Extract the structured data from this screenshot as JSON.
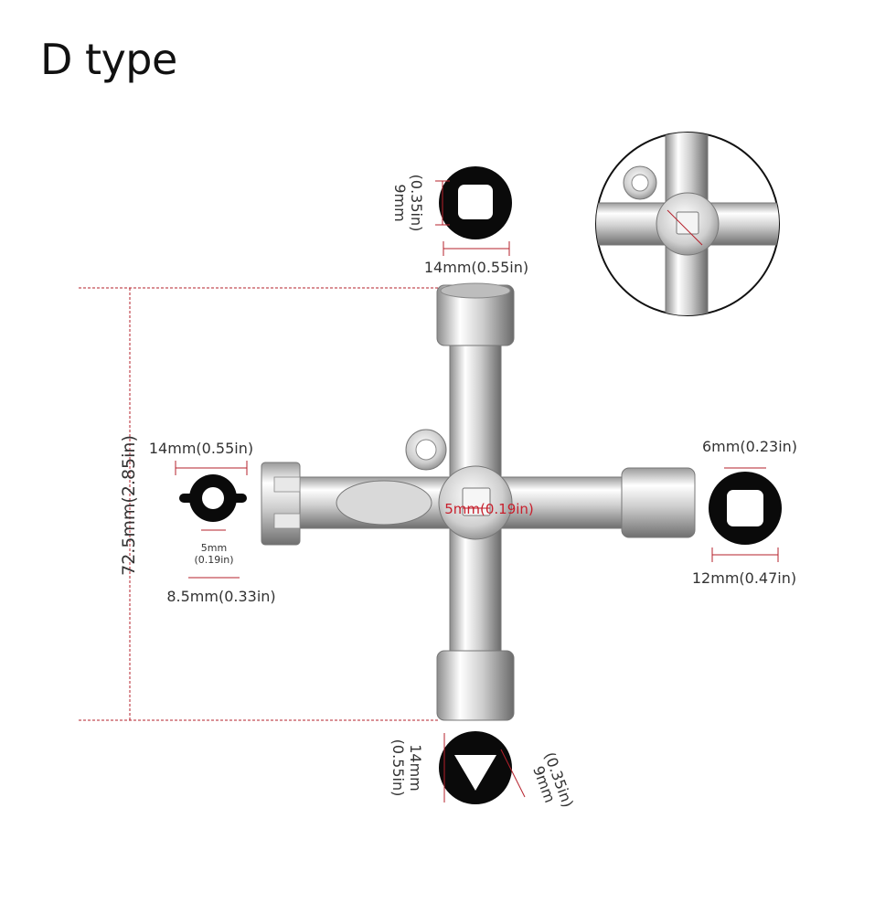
{
  "title": "D type",
  "colors": {
    "dim_line": "#b5202b",
    "metal_light": "#f4f4f4",
    "metal_dark": "#8a8a8a",
    "profile": "#0a0a0a"
  },
  "top_socket": {
    "height_label_a": "9mm",
    "height_label_b": "(0.35in)",
    "width_label": "14mm(0.55in)"
  },
  "left_socket": {
    "outer_label": "14mm(0.55in)",
    "inner_label_a": "5mm",
    "inner_label_b": "(0.19in)",
    "width_label": "8.5mm(0.33in)"
  },
  "right_socket": {
    "inner_label": "6mm(0.23in)",
    "outer_label": "12mm(0.47in)"
  },
  "bottom_socket": {
    "height_label_a": "14mm",
    "height_label_b": "(0.55in)",
    "side_label_a": "9mm",
    "side_label_b": "(0.35in)"
  },
  "center_label": "5mm(0.19in)",
  "overall_height_label": "72.5mm(2.85in)",
  "icons": {
    "main": "cross-key-icon",
    "detail": "magnified-center-icon"
  }
}
